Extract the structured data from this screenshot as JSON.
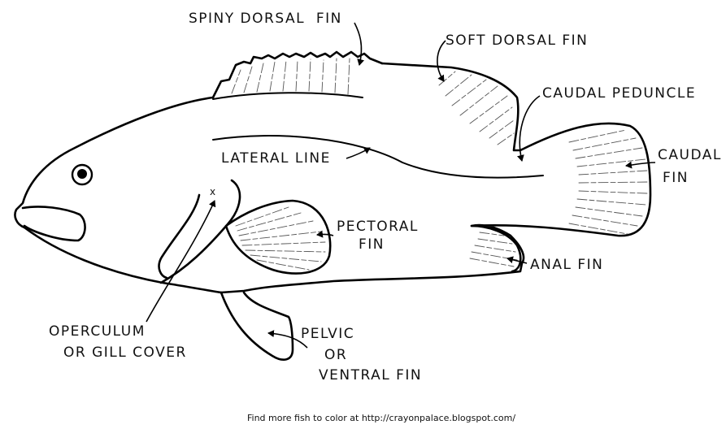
{
  "labels": {
    "spiny_dorsal_fin": "SPINY DORSAL  FIN",
    "soft_dorsal_fin": "SOFT DORSAL FIN",
    "caudal_peduncle": "CAUDAL PEDUNCLE",
    "caudal_fin_line1": "CAUDAL",
    "caudal_fin_line2": "FIN",
    "lateral_line": "LATERAL LINE",
    "pectoral_fin_line1": "PECTORAL",
    "pectoral_fin_line2": "FIN",
    "anal_fin": "ANAL FIN",
    "operculum_line1": "OPERCULUM",
    "operculum_line2": "OR GILL COVER",
    "pelvic_line1": "PELVIC",
    "pelvic_line2": "OR",
    "pelvic_line3": "VENTRAL FIN",
    "gill_mark": "x"
  },
  "footer": {
    "text": "Find more fish to color at http://crayonpalace.blogspot.com/"
  },
  "colors": {
    "ink": "#000000",
    "background": "#ffffff"
  }
}
